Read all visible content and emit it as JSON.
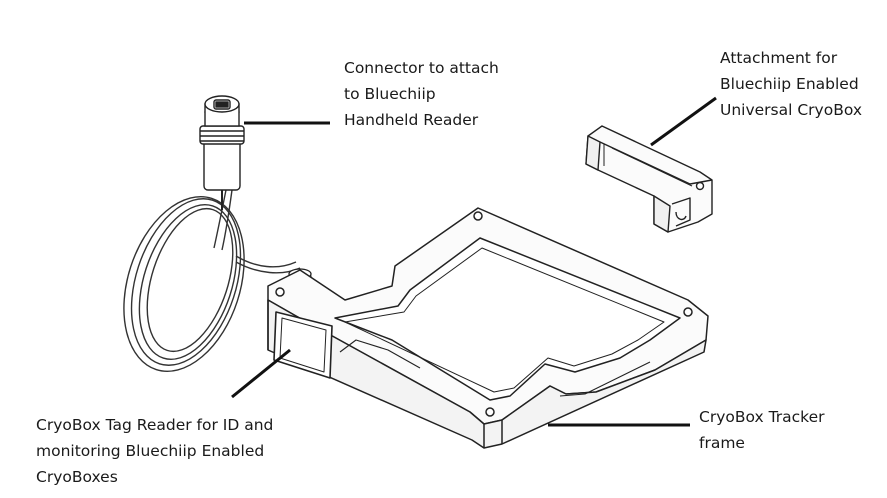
{
  "labels": {
    "connector": [
      "Connector to attach",
      "to Bluechiip",
      "Handheld Reader"
    ],
    "attachment": [
      "Attachment for",
      "Bluechiip Enabled",
      "Universal CryoBox"
    ],
    "tag_reader": [
      "CryoBox Tag Reader for ID and",
      "monitoring Bluechiip Enabled",
      "CryoBoxes"
    ],
    "tracker_frame": [
      "CryoBox Tracker",
      "frame"
    ]
  }
}
